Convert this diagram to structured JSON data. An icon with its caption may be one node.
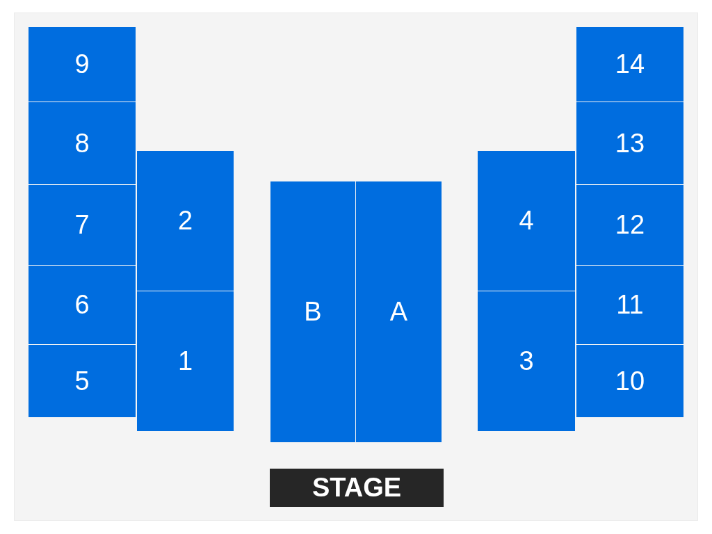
{
  "diagram": {
    "nodes": [
      {
        "text": [
          "9"
        ]
      },
      {
        "text": [
          "14"
        ]
      },
      {
        "text": [
          "8"
        ]
      },
      {
        "text": [
          "13"
        ]
      },
      {
        "text": [
          "2"
        ]
      },
      {
        "text": [
          "4"
        ]
      },
      {
        "text": [
          "7"
        ]
      },
      {
        "text": [
          "12"
        ]
      },
      {
        "text": [
          "B"
        ]
      },
      {
        "text": [
          "A"
        ]
      },
      {
        "text": [
          "6"
        ]
      },
      {
        "text": [
          "11"
        ]
      },
      {
        "text": [
          "1"
        ]
      },
      {
        "text": [
          "3"
        ]
      },
      {
        "text": [
          "5"
        ]
      },
      {
        "text": [
          "10"
        ]
      },
      {
        "text": [
          "STAGE"
        ]
      }
    ],
    "edges": []
  }
}
